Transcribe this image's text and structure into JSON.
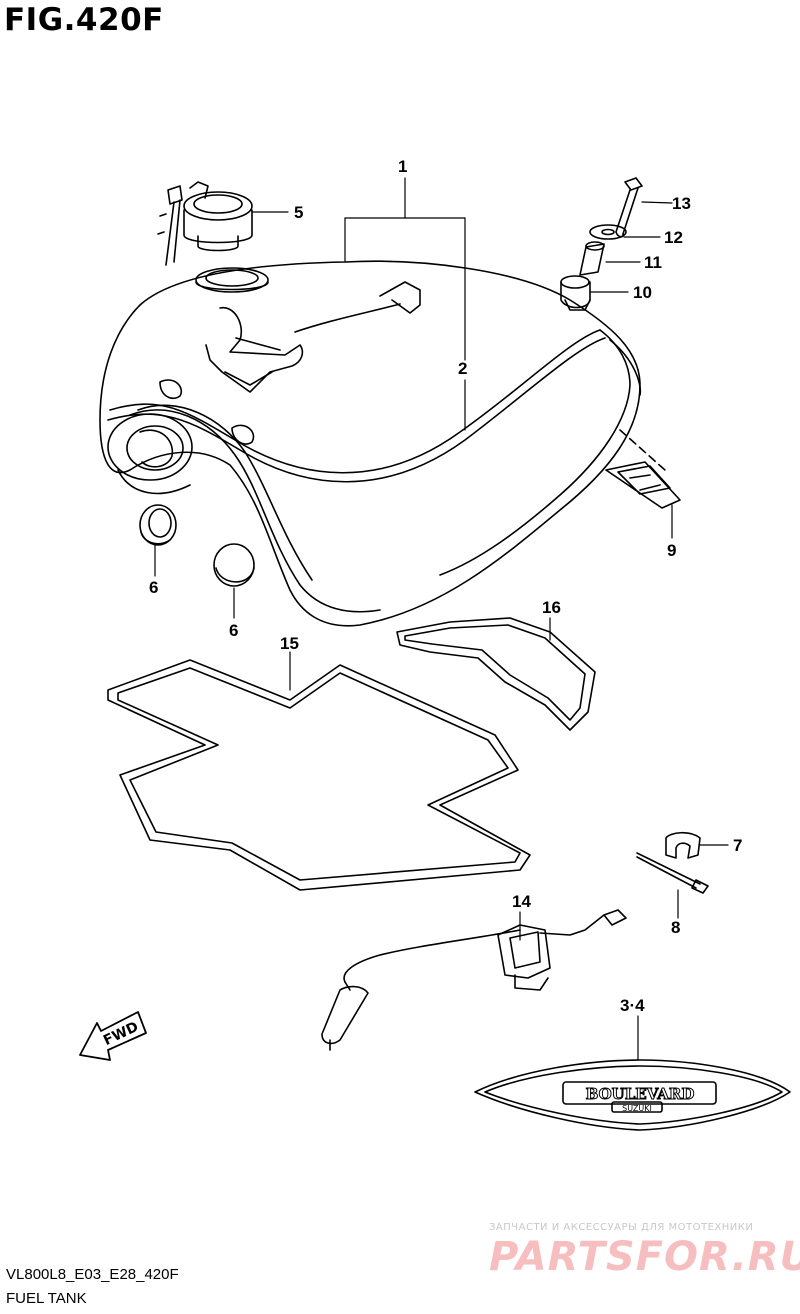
{
  "figure": {
    "title": "FIG.420F",
    "model_code": "VL800L8_E03_E28_420F",
    "name": "FUEL TANK"
  },
  "callouts": [
    {
      "id": "1",
      "label": "1"
    },
    {
      "id": "2",
      "label": "2"
    },
    {
      "id": "3-4",
      "label": "3·4"
    },
    {
      "id": "5",
      "label": "5"
    },
    {
      "id": "6a",
      "label": "6"
    },
    {
      "id": "6b",
      "label": "6"
    },
    {
      "id": "7",
      "label": "7"
    },
    {
      "id": "8",
      "label": "8"
    },
    {
      "id": "9",
      "label": "9"
    },
    {
      "id": "10",
      "label": "10"
    },
    {
      "id": "11",
      "label": "11"
    },
    {
      "id": "12",
      "label": "12"
    },
    {
      "id": "13",
      "label": "13"
    },
    {
      "id": "14",
      "label": "14"
    },
    {
      "id": "15",
      "label": "15"
    },
    {
      "id": "16",
      "label": "16"
    }
  ],
  "emblem": {
    "brand": "BOULEVARD",
    "sub": "SUZUKI"
  },
  "fwd_arrow": {
    "label": "FWD"
  },
  "watermark": {
    "text": "ЗАПЧАСТИ И АКСЕССУАРЫ ДЛЯ МОТОТЕХНИКИ",
    "logo": "PARTSFOR.RU"
  }
}
